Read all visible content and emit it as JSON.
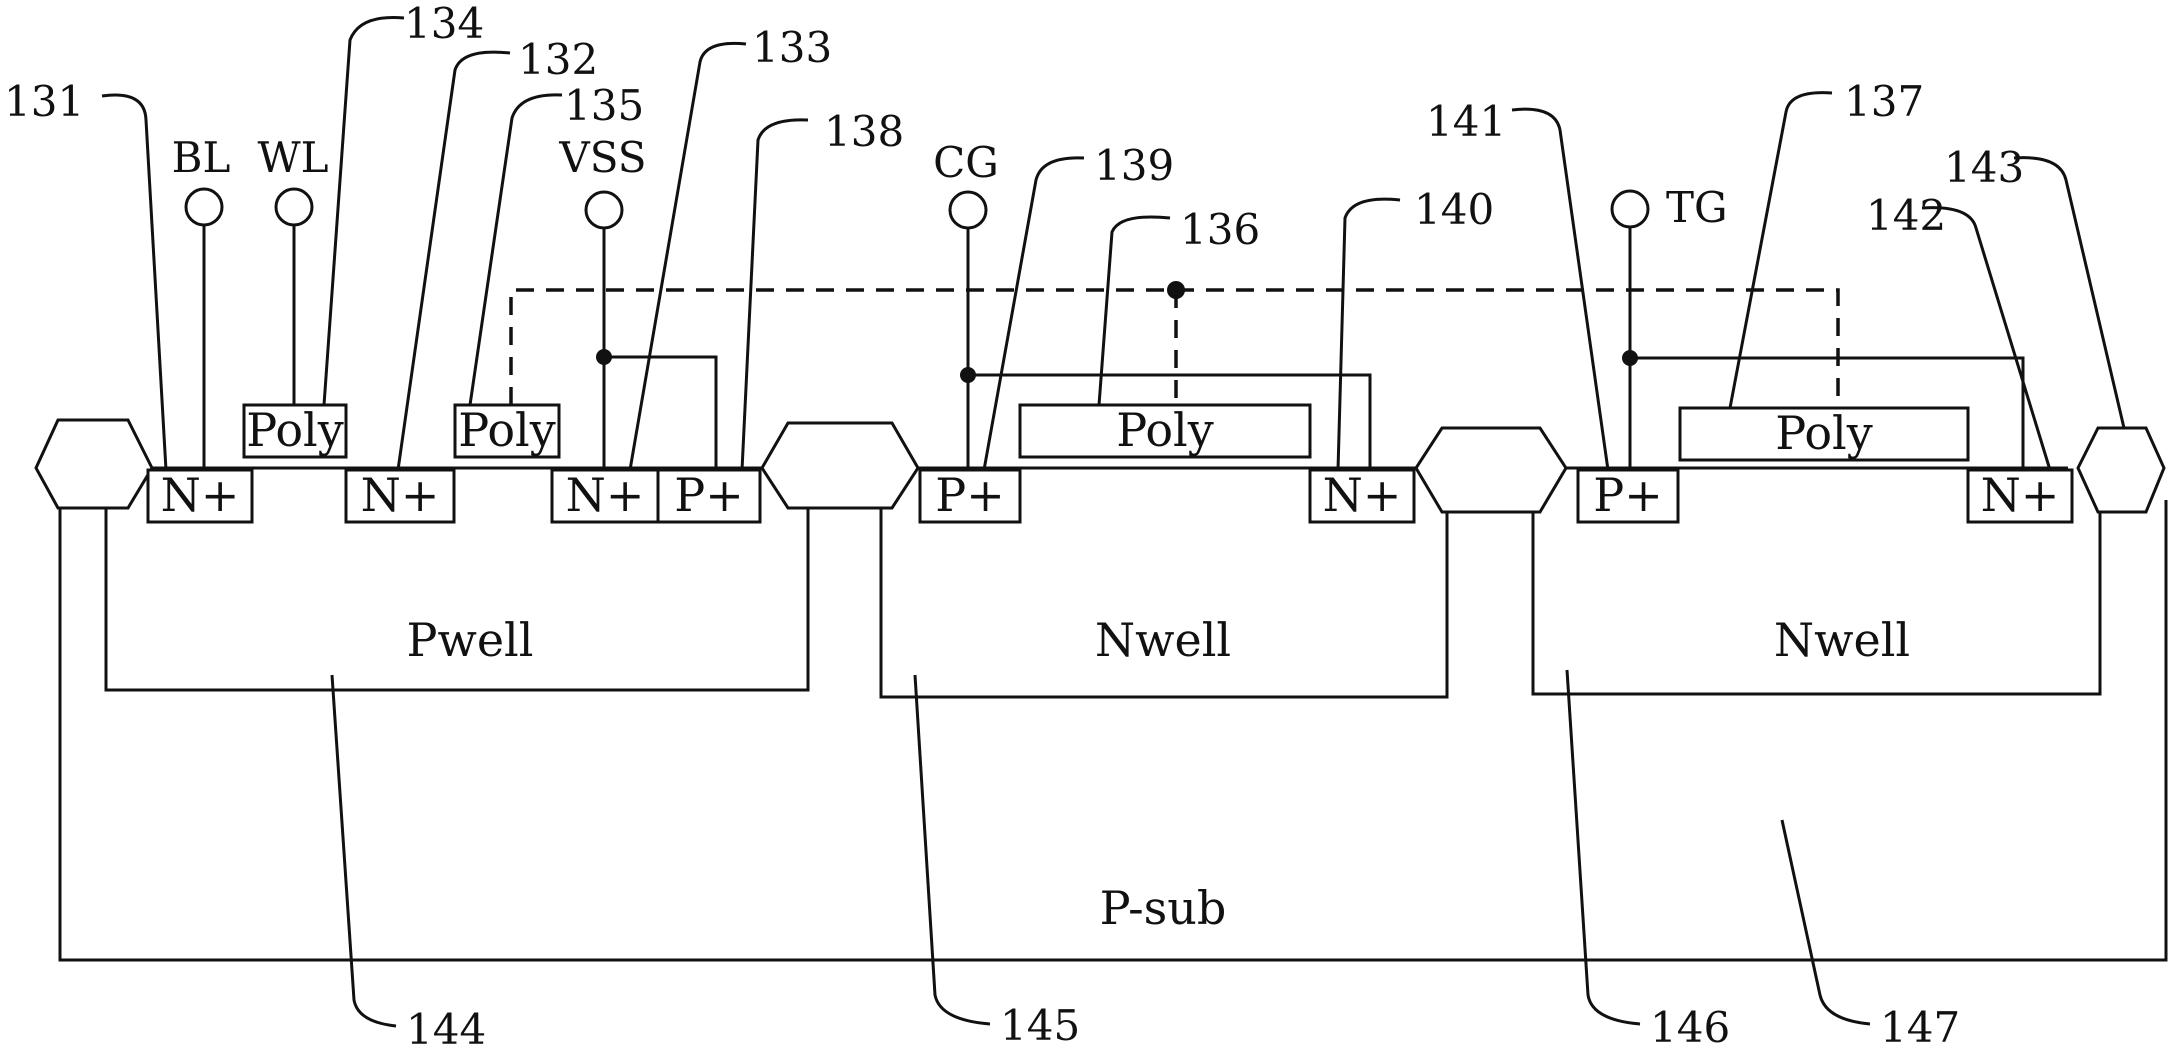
{
  "regions": {
    "pwell": "Pwell",
    "nwell_1": "Nwell",
    "nwell_2": "Nwell",
    "psub": "P-sub"
  },
  "diffusions": {
    "n_plus": "N+",
    "p_plus": "P+"
  },
  "gates": {
    "poly": "Poly"
  },
  "terminals": {
    "bl": "BL",
    "wl": "WL",
    "vss": "VSS",
    "cg": "CG",
    "tg": "TG"
  },
  "refs": {
    "r131": "131",
    "r132": "132",
    "r133": "133",
    "r134": "134",
    "r135": "135",
    "r136": "136",
    "r137": "137",
    "r138": "138",
    "r139": "139",
    "r140": "140",
    "r141": "141",
    "r142": "142",
    "r143": "143",
    "r144": "144",
    "r145": "145",
    "r146": "146",
    "r147": "147"
  },
  "colors": {
    "line": "#111111",
    "background": "#ffffff"
  }
}
